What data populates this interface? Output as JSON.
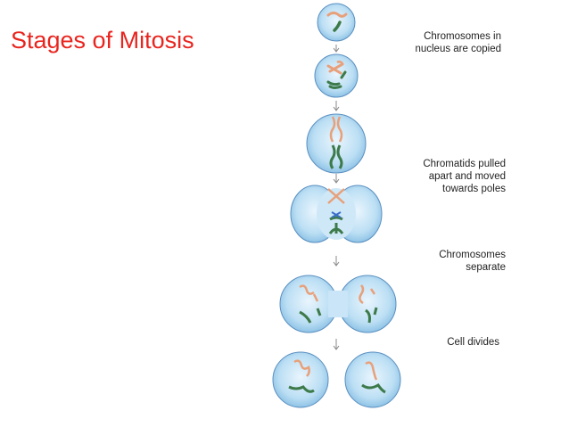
{
  "title": "Stages of Mitosis",
  "stage_labels": [
    {
      "lines": [
        "Chromosomes in",
        "nucleus are copied"
      ]
    },
    {
      "lines": [
        "Chromatids pulled",
        "apart and moved",
        "towards poles"
      ]
    },
    {
      "lines": [
        "Chromosomes",
        "separate"
      ]
    },
    {
      "lines": [
        "Cell divides"
      ]
    }
  ],
  "colors": {
    "title": "#e8251f",
    "cell_fill": "#b9dcf3",
    "cell_stroke": "#5a8fc0",
    "chromosome_orange": "#e8a07a",
    "chromosome_green": "#3d7a4a",
    "arrow": "#888888"
  }
}
